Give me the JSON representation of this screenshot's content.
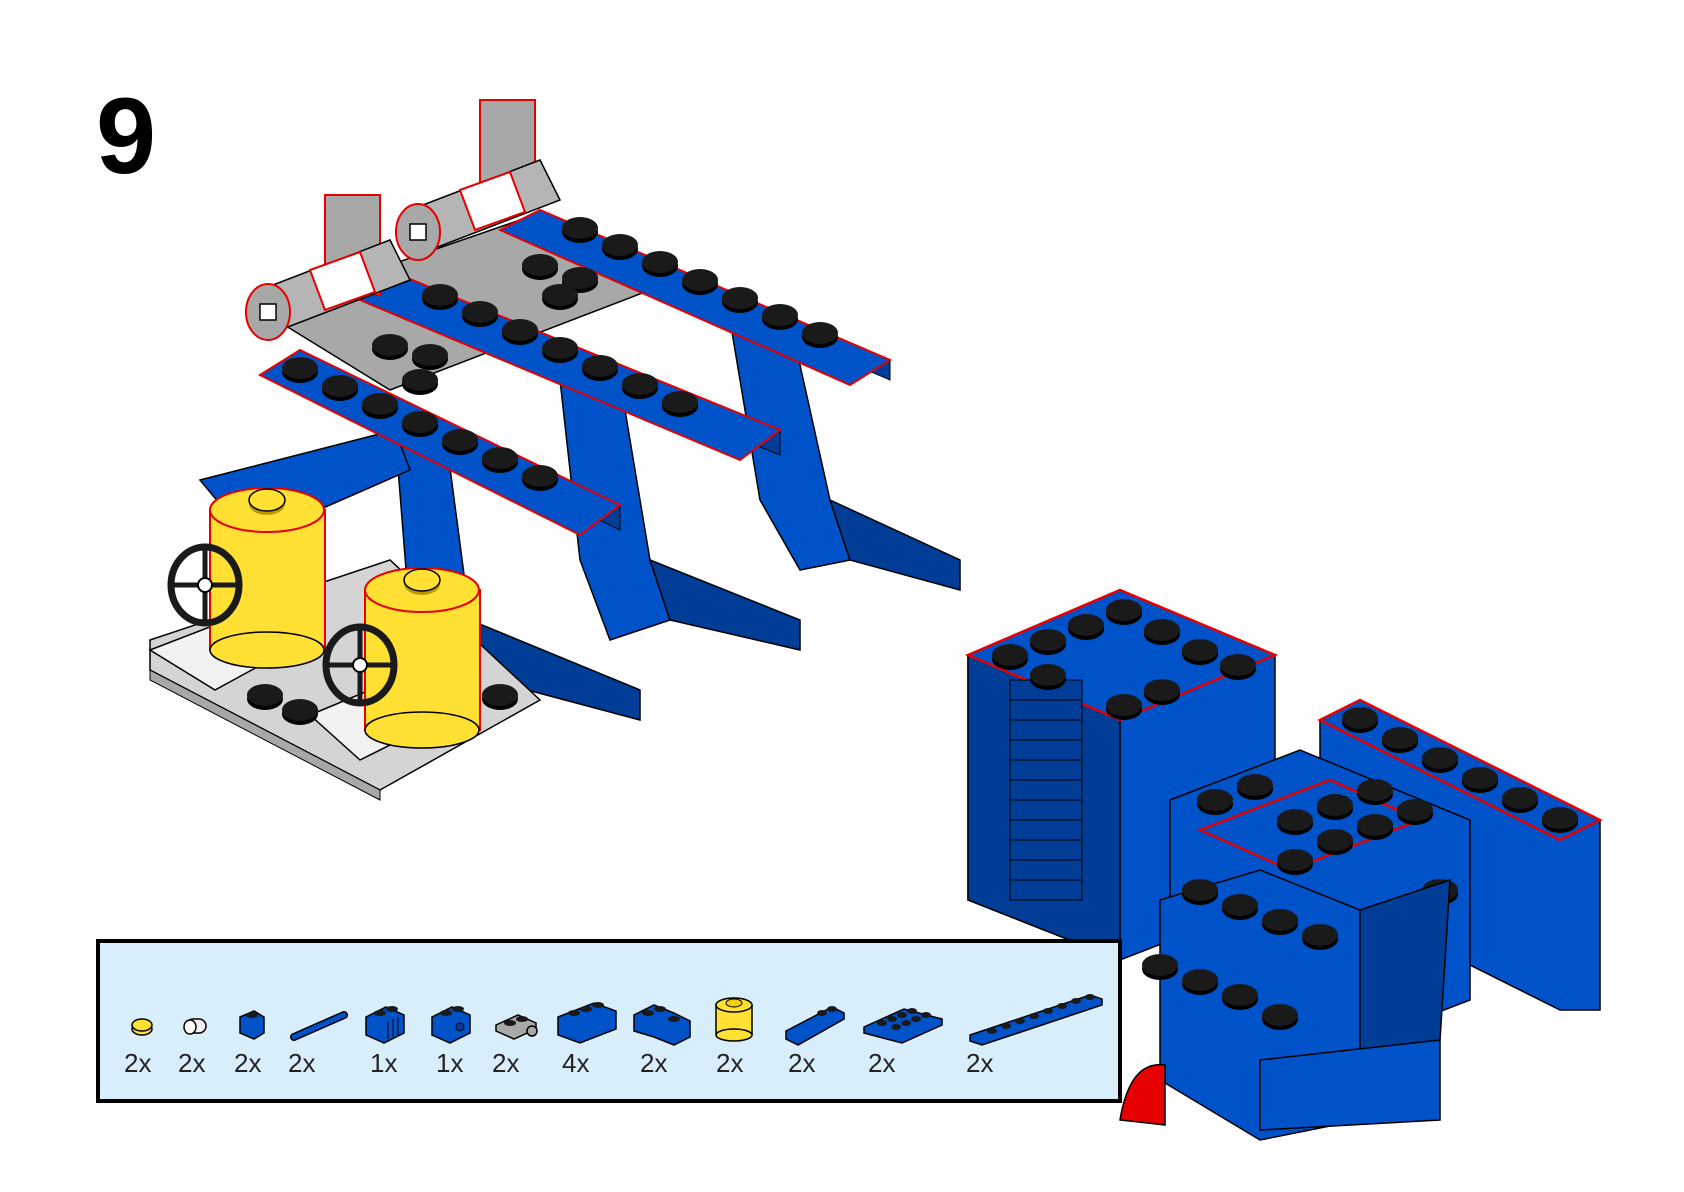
{
  "step": {
    "number": "9"
  },
  "colors": {
    "blue": "#0052c8",
    "blue_dark": "#003d96",
    "yellow": "#ffe033",
    "grey": "#a8a8a8",
    "light_grey": "#d4d4d4",
    "white": "#f2f2f2",
    "black": "#1a1a1a",
    "red_highlight": "#e60000",
    "parts_panel_bg": "#d9eefb"
  },
  "parts": [
    {
      "name": "yellow-round-plate-1x1",
      "color": "yellow",
      "qty": "2x"
    },
    {
      "name": "white-round-tube",
      "color": "white",
      "qty": "2x"
    },
    {
      "name": "blue-brick-1x1",
      "color": "blue",
      "qty": "2x"
    },
    {
      "name": "blue-bar-antenna",
      "color": "blue",
      "qty": "2x"
    },
    {
      "name": "blue-brick-1x2-grille",
      "color": "blue",
      "qty": "1x"
    },
    {
      "name": "blue-technic-brick-1x2",
      "color": "blue",
      "qty": "1x"
    },
    {
      "name": "grey-plate-1x2-clip",
      "color": "grey",
      "qty": "2x"
    },
    {
      "name": "blue-brick-1x3",
      "color": "blue",
      "qty": "4x"
    },
    {
      "name": "blue-corner-brick",
      "color": "blue",
      "qty": "2x"
    },
    {
      "name": "yellow-round-brick-2x2",
      "color": "yellow",
      "qty": "2x"
    },
    {
      "name": "blue-slope-plate",
      "color": "blue",
      "qty": "2x"
    },
    {
      "name": "blue-plate-2x4",
      "color": "blue",
      "qty": "2x"
    },
    {
      "name": "blue-plate-1x8",
      "color": "blue",
      "qty": "2x"
    }
  ]
}
